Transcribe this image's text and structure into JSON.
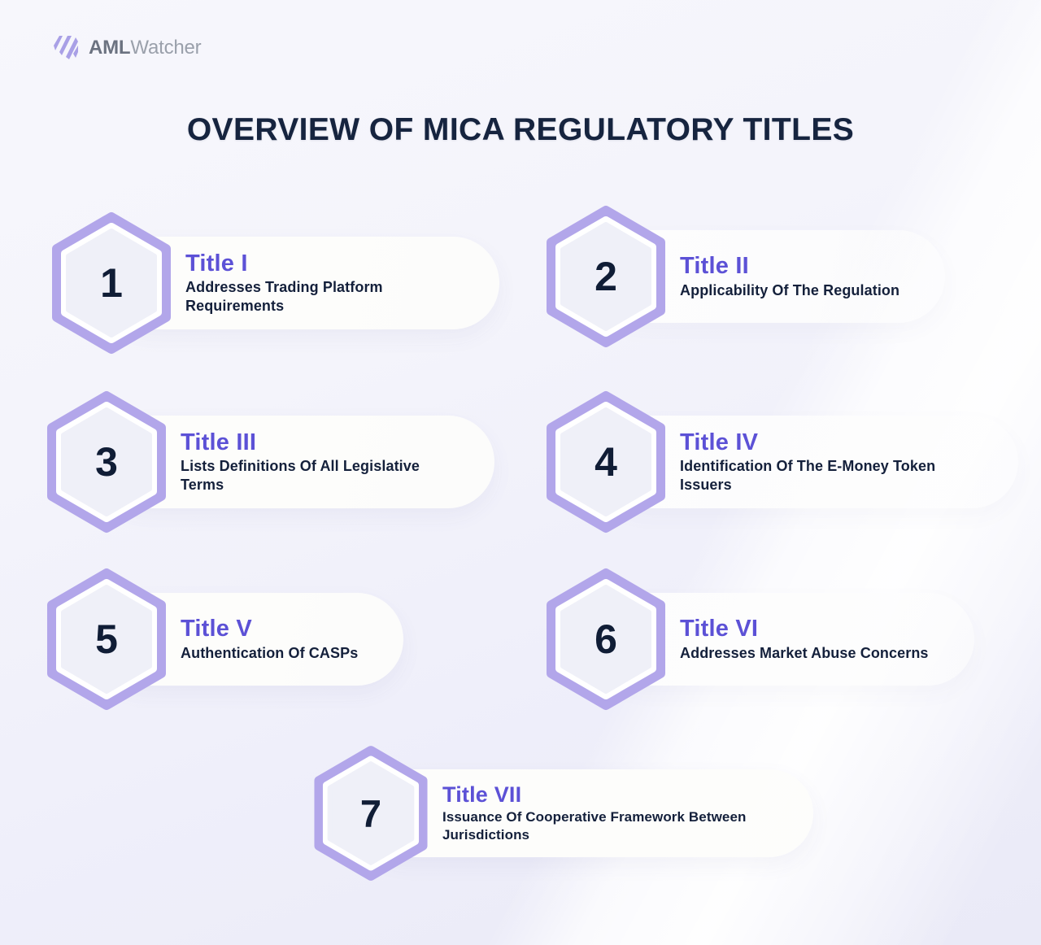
{
  "brand": {
    "logo_icon": "aml-watcher-stripes-icon",
    "name_bold": "AML",
    "name_light": "Watcher"
  },
  "heading": {
    "title": "OVERVIEW OF MICA REGULATORY TITLES"
  },
  "colors": {
    "accent_purple": "#5c51d6",
    "hex_ring": "#b2a6ea",
    "hex_fill": "#eff0f8",
    "text_dark": "#14203b",
    "heading": "#16243f",
    "card_bg": "#fdfdfb",
    "background": "#eeeefa"
  },
  "cards": [
    {
      "number": "1",
      "title": "Title I",
      "description": "Addresses Trading Platform Requirements"
    },
    {
      "number": "2",
      "title": "Title II",
      "description": "Applicability Of The Regulation"
    },
    {
      "number": "3",
      "title": "Title III",
      "description": "Lists Definitions Of All Legislative Terms"
    },
    {
      "number": "4",
      "title": "Title IV",
      "description": "Identification Of The E-Money Token Issuers"
    },
    {
      "number": "5",
      "title": "Title V",
      "description": "Authentication Of CASPs"
    },
    {
      "number": "6",
      "title": "Title VI",
      "description": "Addresses Market Abuse Concerns"
    },
    {
      "number": "7",
      "title": "Title VII",
      "description": "Issuance Of Cooperative Framework Between Jurisdictions"
    }
  ]
}
